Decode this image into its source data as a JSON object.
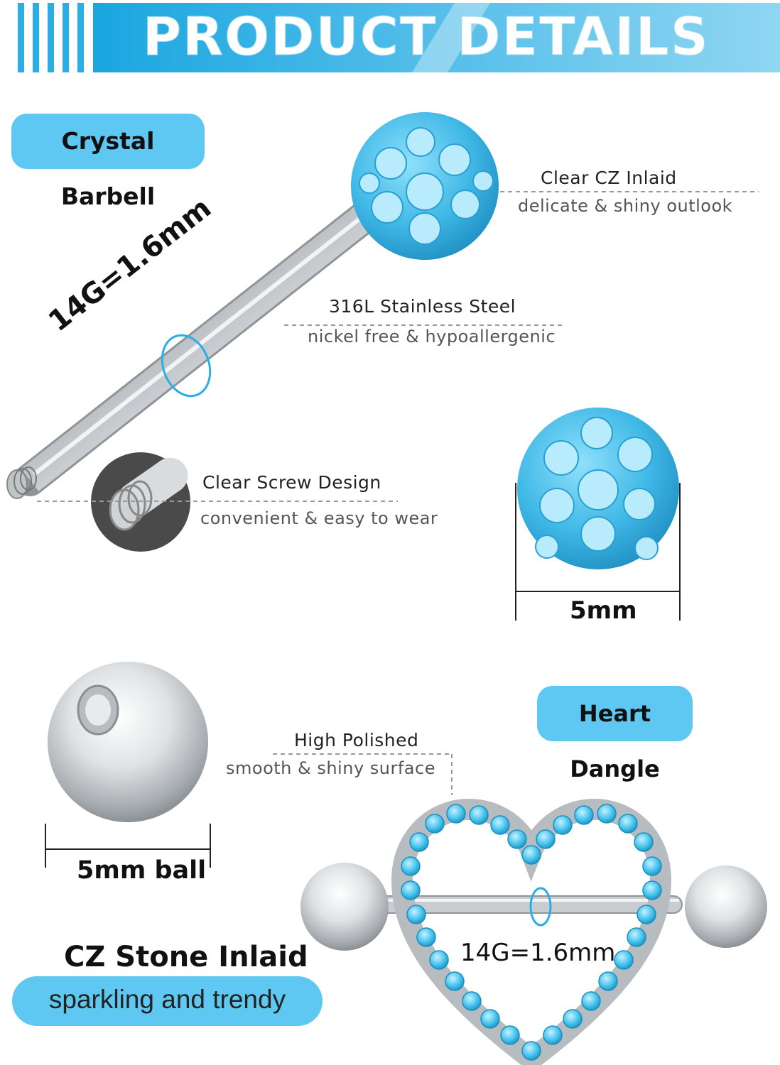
{
  "header": {
    "title": "PRODUCT DETAILS"
  },
  "badges": {
    "crystal_barbell": "Crystal Barbell",
    "heart_dangle": "Heart Dangle"
  },
  "callouts": {
    "cz_inlaid": {
      "title": "Clear CZ Inlaid",
      "subtitle": "delicate & shiny outlook"
    },
    "steel": {
      "title": "316L Stainless Steel",
      "subtitle": "nickel free & hypoallergenic"
    },
    "screw": {
      "title": "Clear Screw Design",
      "subtitle": "convenient  & easy to wear"
    },
    "polished": {
      "title": "High Polished",
      "subtitle": "smooth & shiny surface"
    }
  },
  "dimensions": {
    "gauge_top": "14G=1.6mm",
    "crystal_ball": "5mm",
    "steel_ball": "5mm ball",
    "gauge_heart": "14G=1.6mm"
  },
  "feature": {
    "title": "CZ Stone Inlaid",
    "subtitle": "sparkling and trendy"
  },
  "colors": {
    "accent": "#5ec8f2",
    "header_blue": "#2fb5e8",
    "crystal": "#3fb8e6",
    "steel": "#cfd3d6"
  }
}
